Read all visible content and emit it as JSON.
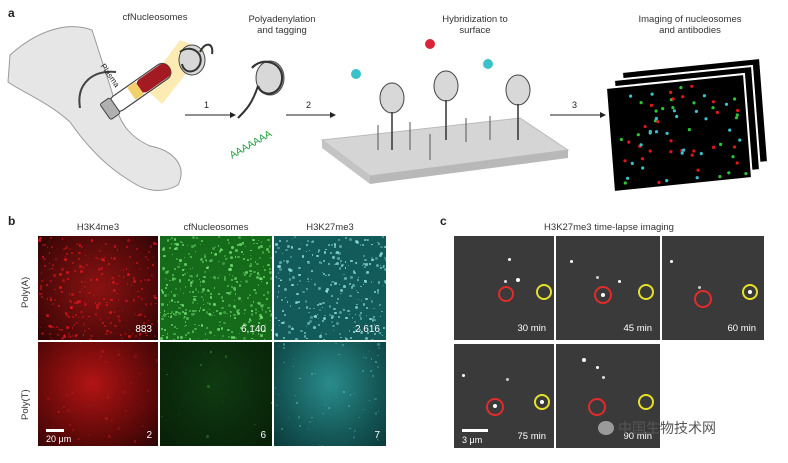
{
  "panel_a": {
    "letter": "a",
    "label_cfnucleosomes": "cfNucleosomes",
    "label_plasma": "Plasma",
    "label_poly": [
      "Polyadenylation",
      "and tagging"
    ],
    "label_hybrid": [
      "Hybridization to",
      "surface"
    ],
    "label_imaging": [
      "Imaging of nucleosomes",
      "and antibodies"
    ],
    "polyA_text": "AAAAAAA",
    "steps": [
      "1",
      "2",
      "3"
    ]
  },
  "panel_b": {
    "letter": "b",
    "columns": [
      "H3K4me3",
      "cfNucleosomes",
      "H3K27me3"
    ],
    "rows": [
      "Poly(A)",
      "Poly(T)"
    ],
    "counts": [
      [
        "883",
        "6,140",
        "2,616"
      ],
      [
        "2",
        "6",
        "7"
      ]
    ],
    "scale_bar": "20 μm",
    "colors": {
      "red": "#e0161c",
      "green": "#2fc437",
      "cyan": "#2fd4d2"
    }
  },
  "panel_c": {
    "letter": "c",
    "title": "H3K27me3 time-lapse imaging",
    "frames": [
      "30 min",
      "45 min",
      "60 min",
      "75 min",
      "90 min"
    ],
    "scale_bar": "3 μm"
  },
  "watermark": {
    "text": "中国生物技术网"
  }
}
